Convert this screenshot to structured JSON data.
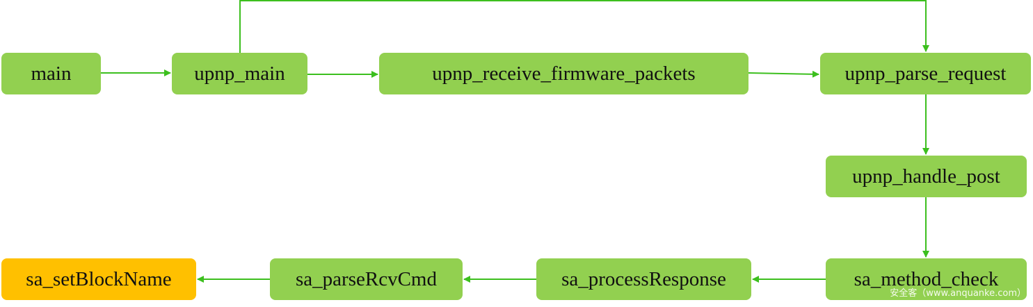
{
  "nodes": {
    "main": {
      "label": "main"
    },
    "upnp_main": {
      "label": "upnp_main"
    },
    "upnp_receive_firmware_packets": {
      "label": "upnp_receive_firmware_packets"
    },
    "upnp_parse_request": {
      "label": "upnp_parse_request"
    },
    "upnp_handle_post": {
      "label": "upnp_handle_post"
    },
    "sa_method_check": {
      "label": "sa_method_check"
    },
    "sa_processResponse": {
      "label": "sa_processResponse"
    },
    "sa_parseRcvCmd": {
      "label": "sa_parseRcvCmd"
    },
    "sa_setBlockName": {
      "label": "sa_setBlockName"
    }
  },
  "edges": [
    {
      "from": "main",
      "to": "upnp_main"
    },
    {
      "from": "upnp_main",
      "to": "upnp_receive_firmware_packets"
    },
    {
      "from": "upnp_main",
      "to": "upnp_parse_request"
    },
    {
      "from": "upnp_receive_firmware_packets",
      "to": "upnp_parse_request"
    },
    {
      "from": "upnp_parse_request",
      "to": "upnp_handle_post"
    },
    {
      "from": "upnp_handle_post",
      "to": "sa_method_check"
    },
    {
      "from": "sa_method_check",
      "to": "sa_processResponse"
    },
    {
      "from": "sa_processResponse",
      "to": "sa_parseRcvCmd"
    },
    {
      "from": "sa_parseRcvCmd",
      "to": "sa_setBlockName"
    }
  ],
  "colors": {
    "node_default": "#92d050",
    "node_highlight": "#ffc000",
    "edge": "#3cbf1e"
  },
  "watermark": "安全客（www.anquanke.com）"
}
